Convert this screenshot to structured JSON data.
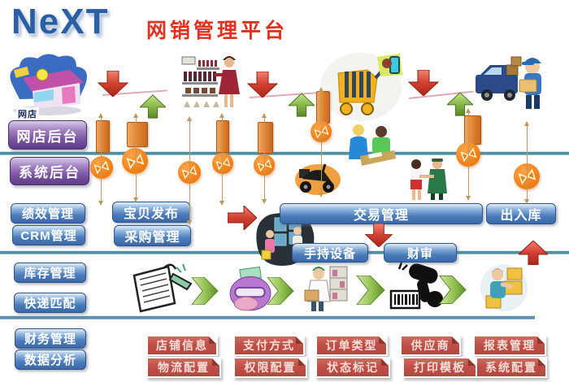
{
  "header": {
    "logo": "NeXT",
    "title": "网销管理平台"
  },
  "shop_label": "网店",
  "backend": {
    "items": [
      "网店后台",
      "系统后台"
    ]
  },
  "modules": {
    "items": [
      "绩效管理",
      "CRM管理",
      "库存管理",
      "快递匹配",
      "财务管理",
      "数据分析"
    ]
  },
  "flow": {
    "items": [
      "宝贝发布",
      "采购管理",
      "交易管理",
      "出入库",
      "手持设备",
      "财审"
    ]
  },
  "config": {
    "row1": [
      "店铺信息",
      "支付方式",
      "订单类型",
      "供应商",
      "报表管理"
    ],
    "row2": [
      "物流配置",
      "权限配置",
      "状态标记",
      "打印模板",
      "系统配置"
    ]
  },
  "colors": {
    "logo_blue": "#2a5fa5",
    "title_red": "#e0301e",
    "box_purple": "#7b55a2",
    "box_blue": "#4a7cba",
    "button_red": "#c05048",
    "node_orange": "#f07c12",
    "arrow_red": "#d04030",
    "arrow_green": "#78a838",
    "line_teal": "#4e8fa2"
  }
}
